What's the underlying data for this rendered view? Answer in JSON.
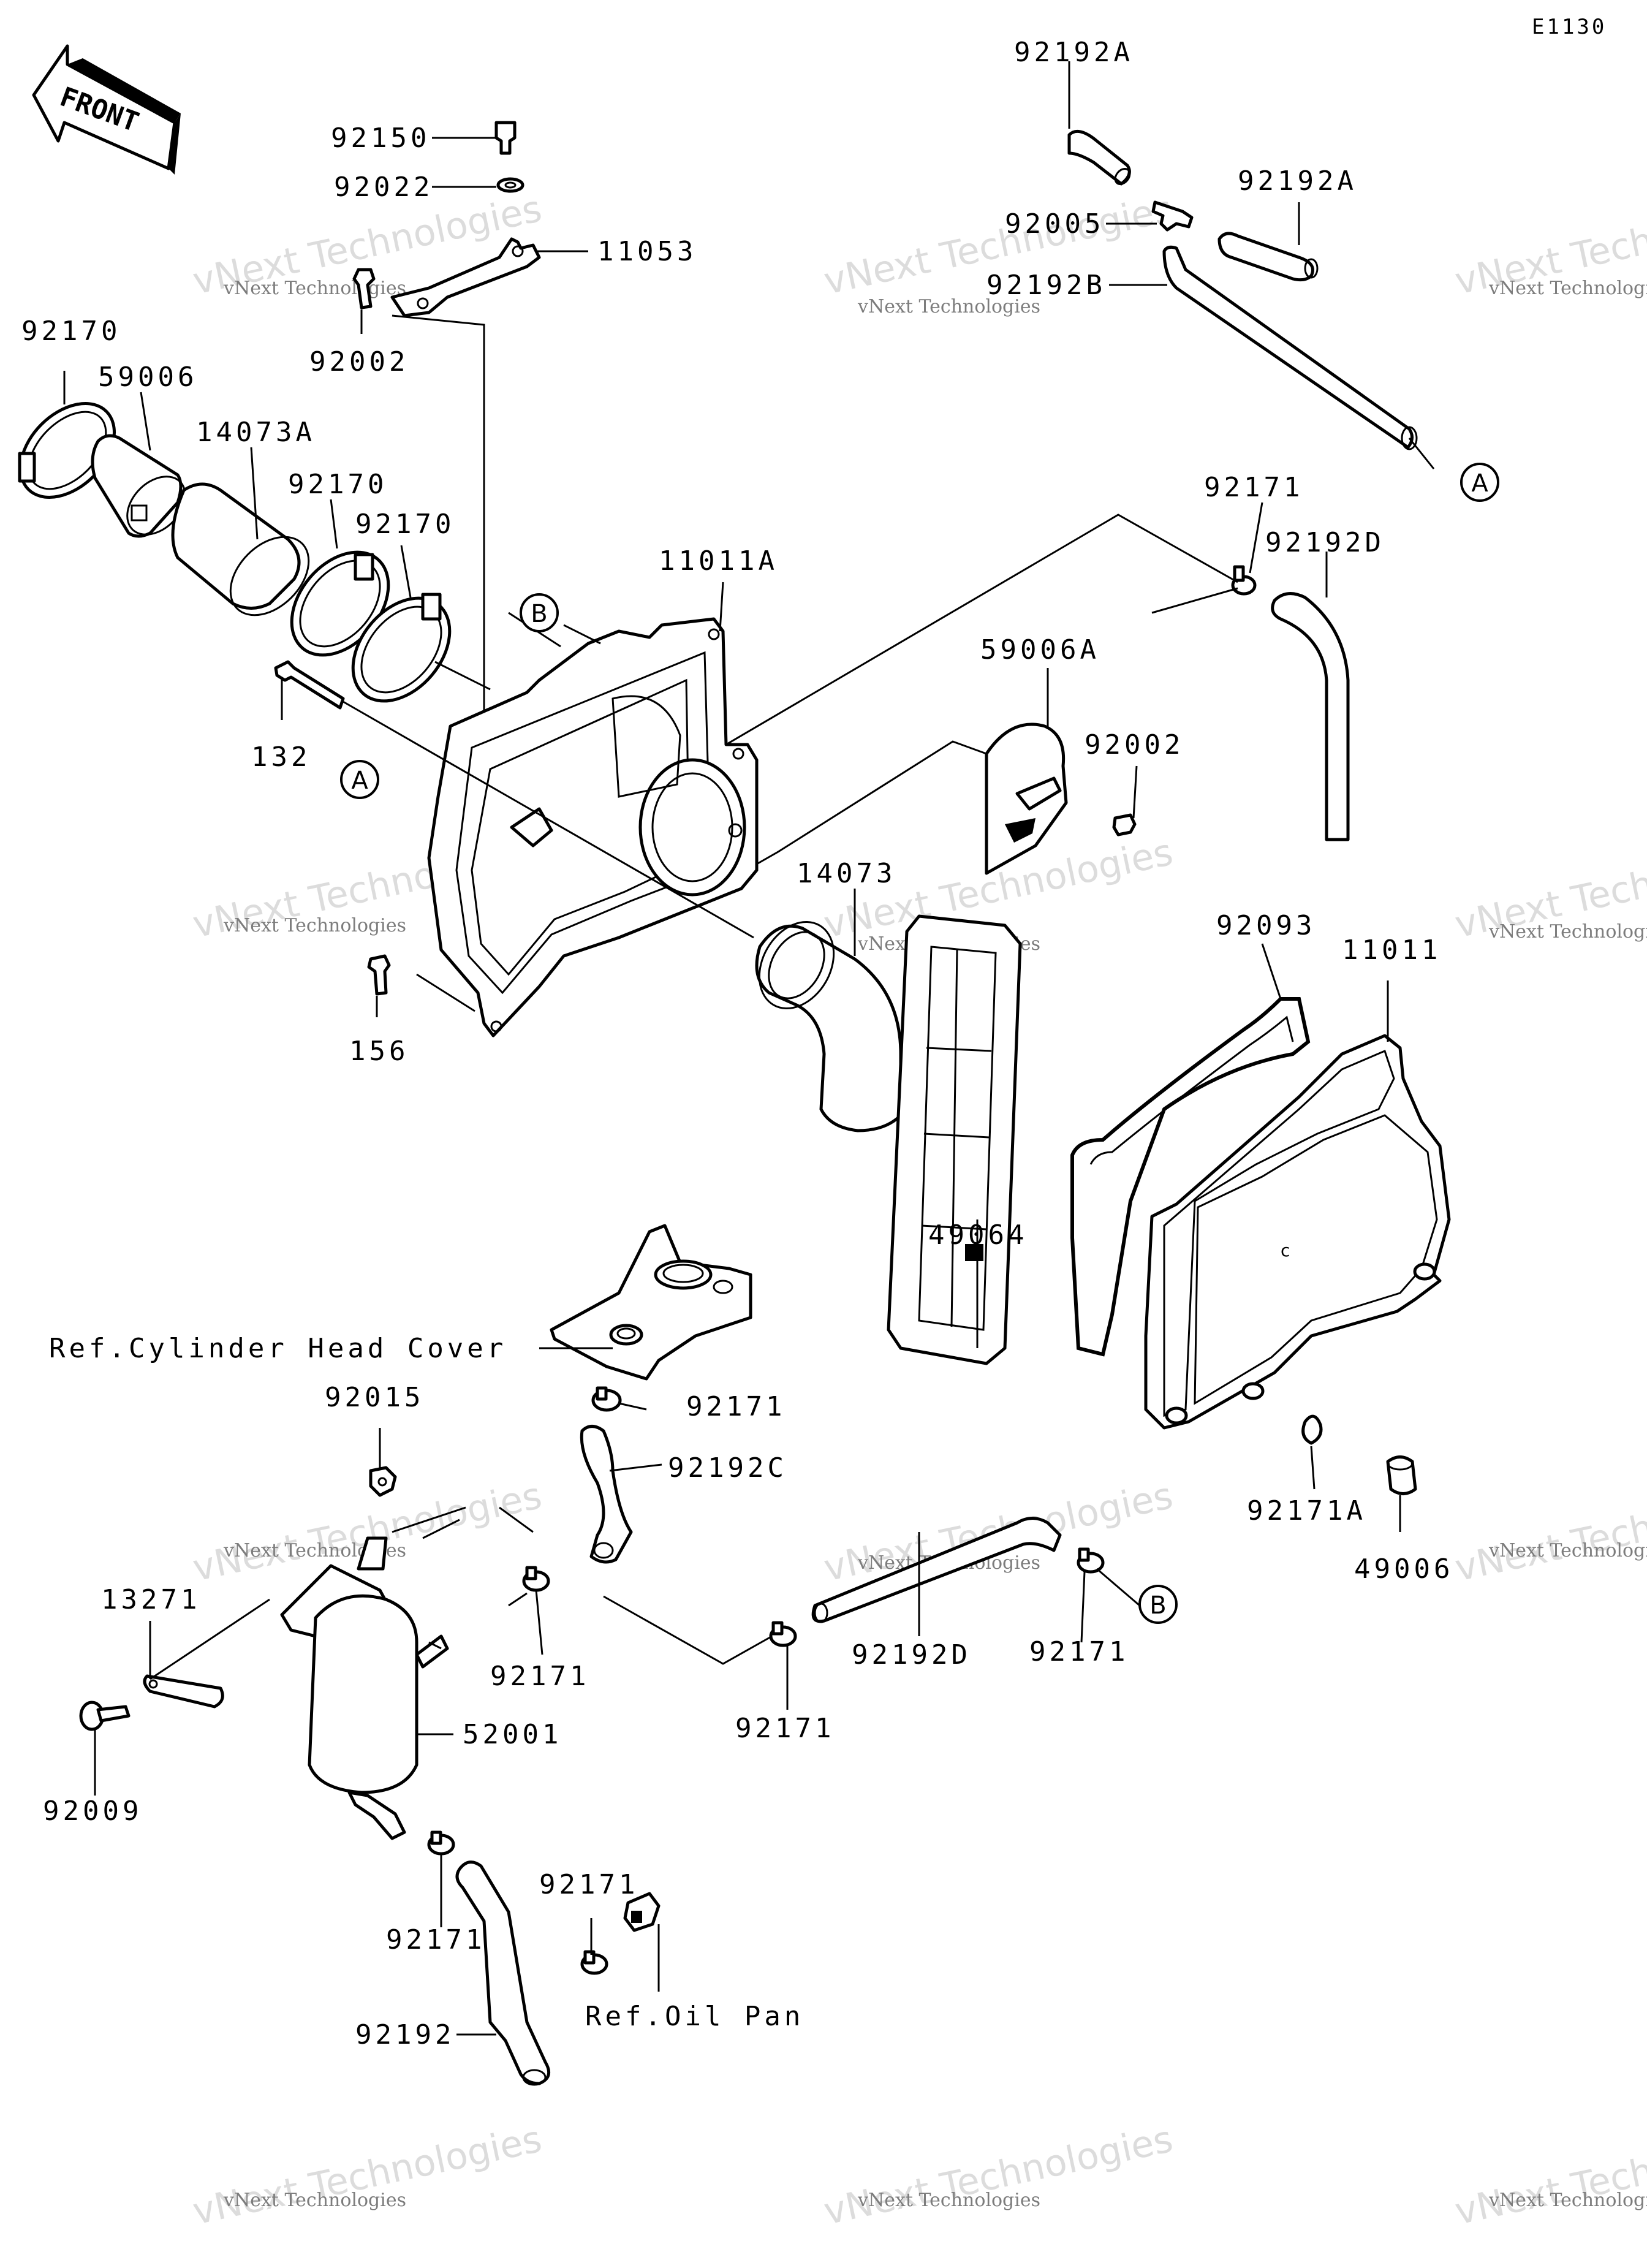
{
  "diagram_code": "E1130",
  "front_label": "FRONT",
  "watermark": {
    "line1": "vNext Technologies",
    "line2": "vNext Technologies"
  },
  "callouts": {
    "a": "A",
    "b": "B"
  },
  "parts": {
    "p92192A_top": "92192A",
    "p92192A_right": "92192A",
    "p92005": "92005",
    "p92192B": "92192B",
    "p92150": "92150",
    "p92022": "92022",
    "p11053": "11053",
    "p92002_top": "92002",
    "p92170_left": "92170",
    "p59006": "59006",
    "p14073A": "14073A",
    "p92170_mid": "92170",
    "p92170_mid2": "92170",
    "p11011A": "11011A",
    "p92171_top": "92171",
    "p92192D_top": "92192D",
    "p59006A": "59006A",
    "p92002_mid": "92002",
    "p132": "132",
    "p14073": "14073",
    "p92093": "92093",
    "p11011": "11011",
    "p156": "156",
    "p49064": "49064",
    "p92171_head": "92171",
    "p92192C": "92192C",
    "p92015": "92015",
    "p92171A": "92171A",
    "p49006": "49006",
    "p13271": "13271",
    "p92171_tank": "92171",
    "p92192D_low": "92192D",
    "p92171_low": "92171",
    "p92171_mid": "92171",
    "p52001": "52001",
    "p92009": "92009",
    "p92171_bot": "92171",
    "p92171_oil": "92171",
    "p92192": "92192"
  },
  "refs": {
    "cylinder_head_cover": "Ref.Cylinder Head Cover",
    "oil_pan": "Ref.Oil Pan"
  }
}
